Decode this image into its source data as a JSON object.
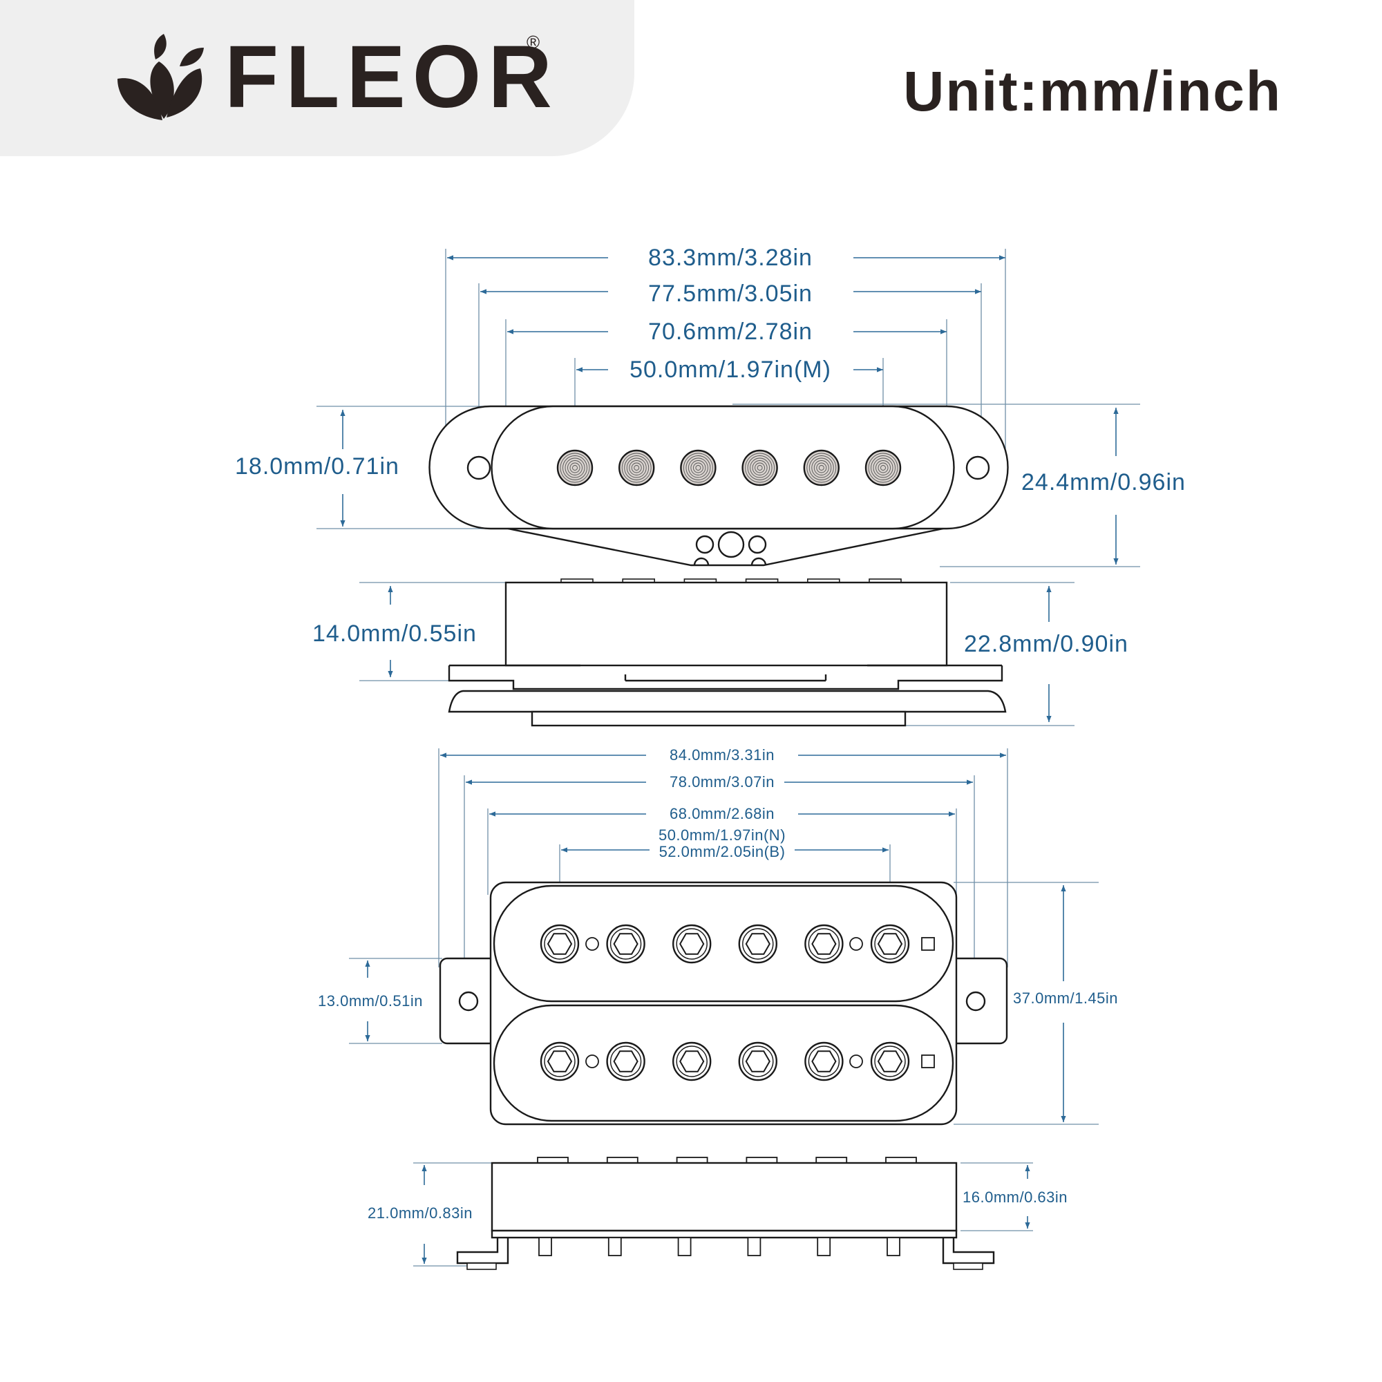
{
  "header": {
    "brand": "FLEOR",
    "registered": "®",
    "unit": "Unit:mm/inch",
    "logo_icon": "leaf-icon"
  },
  "colors": {
    "dimension": "#1f5d8c",
    "header_panel": "#efefef",
    "brand_text": "#2a2220"
  },
  "single_coil": {
    "top_view": {
      "overall_length": "83.3mm/3.28in",
      "mount_hole_spacing": "77.5mm/3.05in",
      "cover_length": "70.6mm/2.78in",
      "pole_spacing": "50.0mm/1.97in(M)",
      "cover_width": "18.0mm/0.71in",
      "total_width": "24.4mm/0.96in",
      "pole_count": 6
    },
    "side_view": {
      "cover_height": "14.0mm/0.55in",
      "total_height": "22.8mm/0.90in"
    }
  },
  "humbucker": {
    "top_view": {
      "overall_length": "84.0mm/3.31in",
      "mount_hole_spacing": "78.0mm/3.07in",
      "cover_length": "68.0mm/2.68in",
      "pole_spacing_neck": "50.0mm/1.97in(N)",
      "pole_spacing_bridge": "52.0mm/2.05in(B)",
      "tab_width": "13.0mm/0.51in",
      "total_width": "37.0mm/1.45in",
      "poles_per_coil": 6
    },
    "side_view": {
      "total_height": "21.0mm/0.83in",
      "cover_height": "16.0mm/0.63in"
    }
  }
}
